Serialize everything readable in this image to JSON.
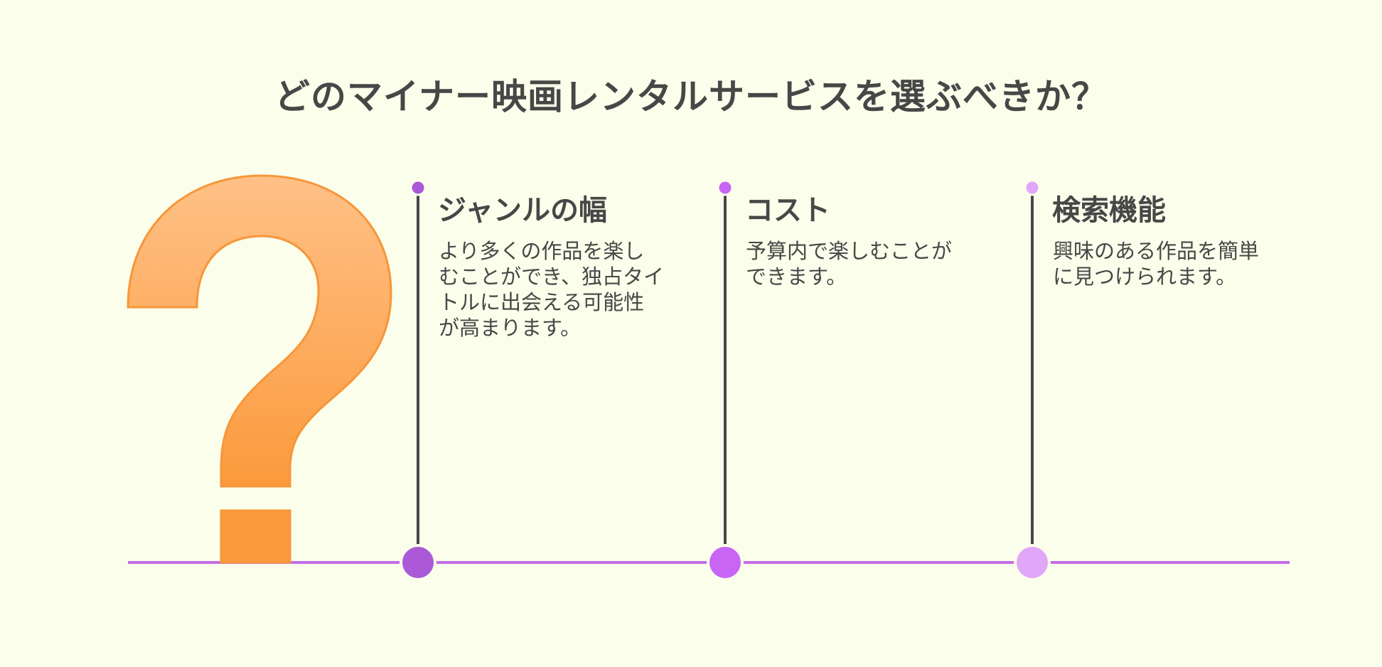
{
  "title": "どのマイナー映画レンタルサービスを選ぶべきか？",
  "icon": "question-mark-icon",
  "colors": {
    "background": "#fafeea",
    "text": "#474747",
    "timeline": "#c36de8",
    "question_mark_top": "#ffc187",
    "question_mark_bottom": "#fb9a3c",
    "question_mark_stroke": "#f7963a",
    "dot_1": "#ab59d6",
    "dot_2": "#c865f5",
    "dot_3": "#e0a6f8"
  },
  "items": [
    {
      "heading": "ジャンルの幅",
      "lines": [
        "より多くの作品を楽し",
        "むことができ、独占タイ",
        "トルに出会える可能性",
        "が高まります。"
      ]
    },
    {
      "heading": "コスト",
      "lines": [
        "予算内で楽しむことが",
        "できます。"
      ]
    },
    {
      "heading": "検索機能",
      "lines": [
        "興味のある作品を簡単",
        "に見つけられます。"
      ]
    }
  ]
}
